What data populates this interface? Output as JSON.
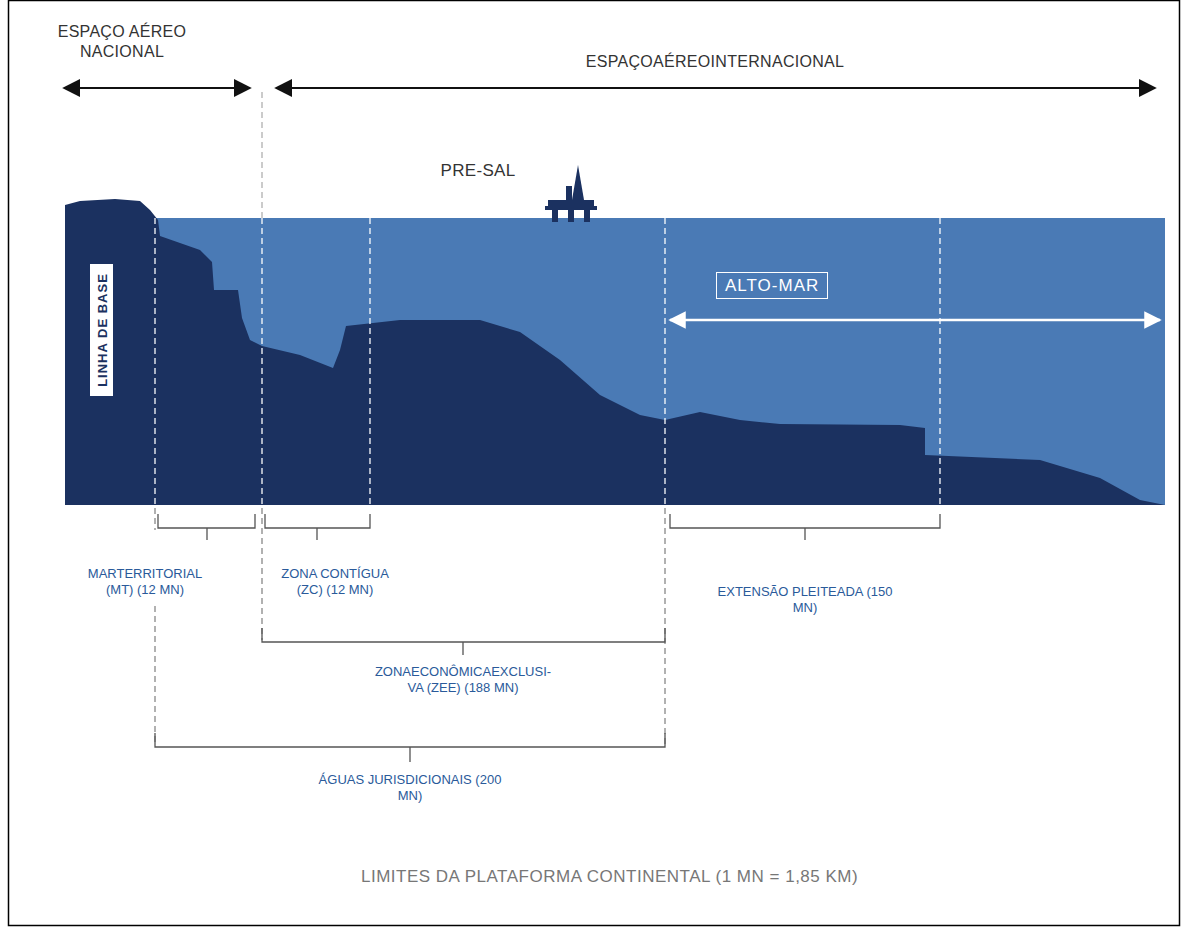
{
  "diagram": {
    "caption": "LIMITES DA PLATAFORMA CONTINENTAL (1 MN = 1,85 KM)",
    "nodes": [
      {
        "text": [
          "LINHA DE BASE"
        ]
      }
    ],
    "labels": [
      "ESPAÇO AÉREO NACIONAL",
      "ESPAÇOAÉREOINTERNACIONAL",
      "PRE-SAL",
      "ALTO-MAR",
      "MARTERRITORIAL (MT) (12 MN)",
      "ZONA CONTÍGUA (ZC) (12 MN)",
      "EXTENSÃO PLEITEADA (150 MN)",
      "ZONAECONÔMICAEXCLUSI- VA (ZEE) (188 MN)",
      "ÁGUAS JURISDICIONAIS (200 MN)"
    ]
  }
}
